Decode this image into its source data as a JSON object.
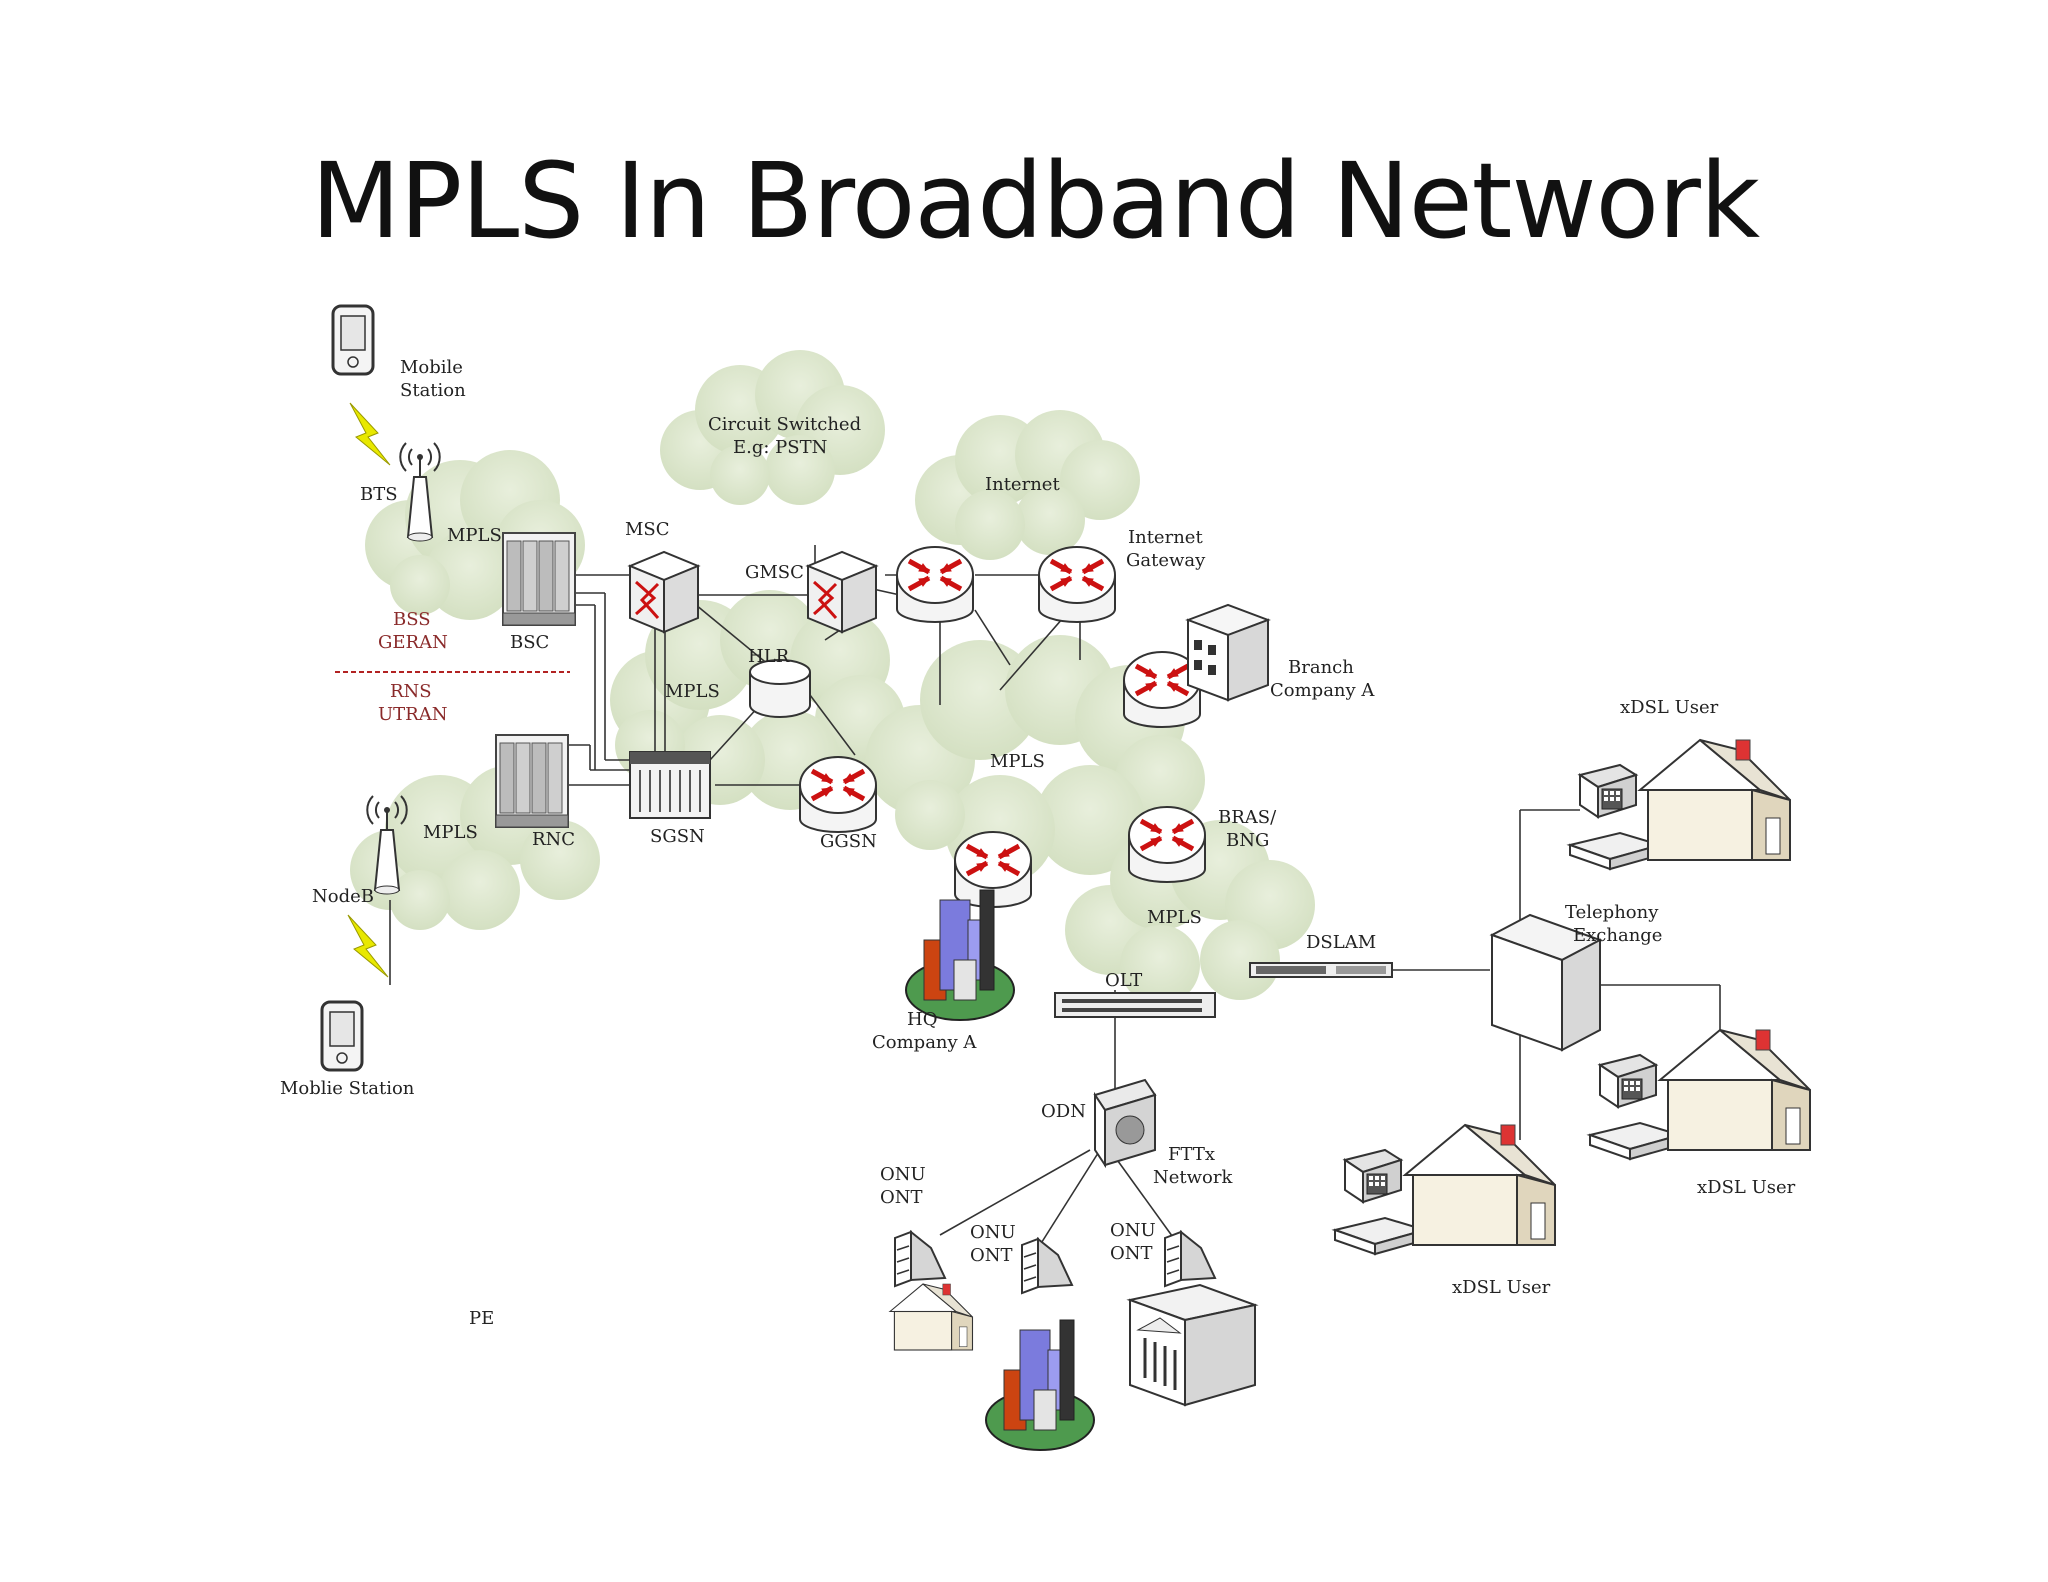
{
  "title": "MPLS In Broadband Network",
  "labels": {
    "mobile_station_top_1": "Mobile",
    "mobile_station_top_2": "Station",
    "bts": "BTS",
    "mpls_bss": "MPLS",
    "bss": "BSS",
    "geran": "GERAN",
    "bsc": "BSC",
    "rns": "RNS",
    "utran": "UTRAN",
    "mpls_rns": "MPLS",
    "rnc": "RNC",
    "nodeb": "NodeB",
    "mobile_station_bottom": "Moblie Station",
    "circuit_switched_1": "Circuit Switched",
    "circuit_switched_2": "E.g: PSTN",
    "msc": "MSC",
    "gmsc": "GMSC",
    "hlr": "HLR",
    "mpls_core": "MPLS",
    "sgsn": "SGSN",
    "ggsn": "GGSN",
    "internet": "Internet",
    "internet_gateway_1": "Internet",
    "internet_gateway_2": "Gateway",
    "branch_1": "Branch",
    "branch_2": "Company A",
    "mpls_main": "MPLS",
    "bras_1": "BRAS/",
    "bras_2": "BNG",
    "mpls_access": "MPLS",
    "hq_1": "HQ",
    "hq_2": "Company A",
    "olt": "OLT",
    "dslam": "DSLAM",
    "odn": "ODN",
    "fttx_1": "FTTx",
    "fttx_2": "Network",
    "onu_left_1": "ONU",
    "onu_left_2": "ONT",
    "onu_mid_1": "ONU",
    "onu_mid_2": "ONT",
    "onu_right_1": "ONU",
    "onu_right_2": "ONT",
    "pe": "PE",
    "telephony_1": "Telephony",
    "telephony_2": "Exchange",
    "xdsl_top": "xDSL User",
    "xdsl_right": "xDSL User",
    "xdsl_bottom": "xDSL User"
  },
  "colors": {
    "cloud": "#dde8cf",
    "router_arrow": "#cc1111",
    "bolt": "#e8e800",
    "divider": "#b22222"
  }
}
